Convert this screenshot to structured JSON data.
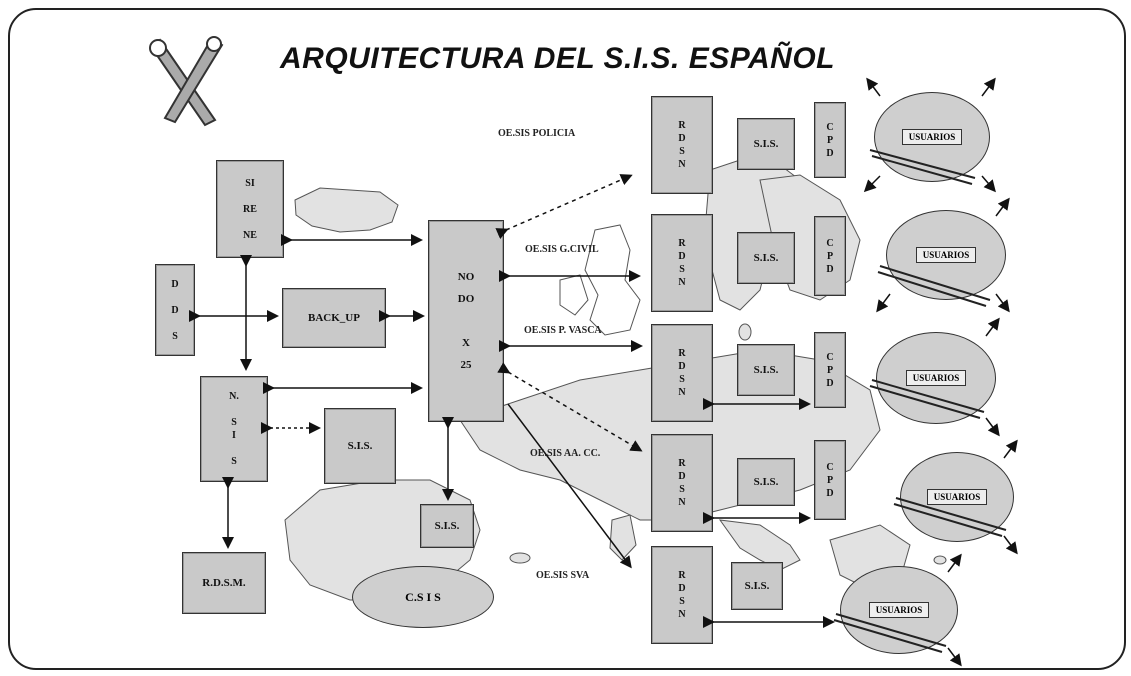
{
  "title": "ARQUITECTURA DEL S.I.S. ESPAÑOL",
  "boxes": {
    "sirene": [
      "SI",
      "RE",
      "NE"
    ],
    "dds": [
      "D",
      "D",
      "S"
    ],
    "backup": "BACK_UP",
    "nodo": [
      "NO",
      "DO",
      "",
      "X",
      "25"
    ],
    "nsis": [
      "N.",
      "S",
      "I",
      "S"
    ],
    "sis_center": "S.I.S.",
    "sis_lower": "S.I.S.",
    "rdsm": "R.D.S.M.",
    "csis": "C.S I S"
  },
  "channels": [
    {
      "label": "OE.SIS  POLICIA"
    },
    {
      "label": "OE.SIS  G.CIVIL"
    },
    {
      "label": "OE.SIS  P.  VASCA"
    },
    {
      "label": "OE.SIS  AA. CC."
    },
    {
      "label": "OE.SIS  SVA"
    }
  ],
  "rows": [
    {
      "rdsn": [
        "R",
        "D",
        "S",
        "N"
      ],
      "sis": "S.I.S.",
      "cpd": [
        "C",
        "P",
        "D"
      ],
      "usuarios": "USUARIOS"
    },
    {
      "rdsn": [
        "R",
        "D",
        "S",
        "N"
      ],
      "sis": "S.I.S.",
      "cpd": [
        "C",
        "P",
        "D"
      ],
      "usuarios": "USUARIOS"
    },
    {
      "rdsn": [
        "R",
        "D",
        "S",
        "N"
      ],
      "sis": "S.I.S.",
      "cpd": [
        "C",
        "P",
        "D"
      ],
      "usuarios": "USUARIOS"
    },
    {
      "rdsn": [
        "R",
        "D",
        "S",
        "N"
      ],
      "sis": "S.I.S.",
      "cpd": [
        "C",
        "P",
        "D"
      ],
      "usuarios": "USUARIOS"
    },
    {
      "rdsn": [
        "R",
        "D",
        "S",
        "N"
      ],
      "sis": "S.I.S.",
      "cpd": [],
      "usuarios": "USUARIOS"
    }
  ]
}
